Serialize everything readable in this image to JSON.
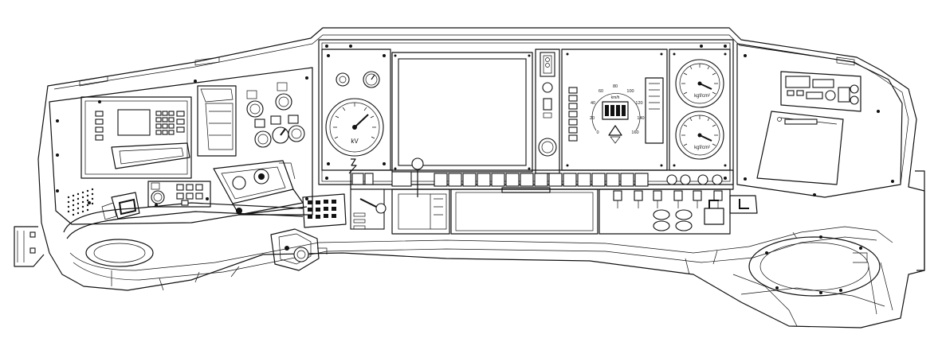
{
  "theme": {
    "line_color": "#111111",
    "background": "#ffffff"
  },
  "labels": {
    "voltmeter_unit": "kV",
    "speedometer_unit": "km/h",
    "pressure_unit_upper": "kgf/cm²",
    "pressure_unit_lower": "kgf/cm²",
    "speed_ticks": [
      "0",
      "20",
      "40",
      "60",
      "80",
      "100",
      "120",
      "140",
      "160"
    ]
  }
}
